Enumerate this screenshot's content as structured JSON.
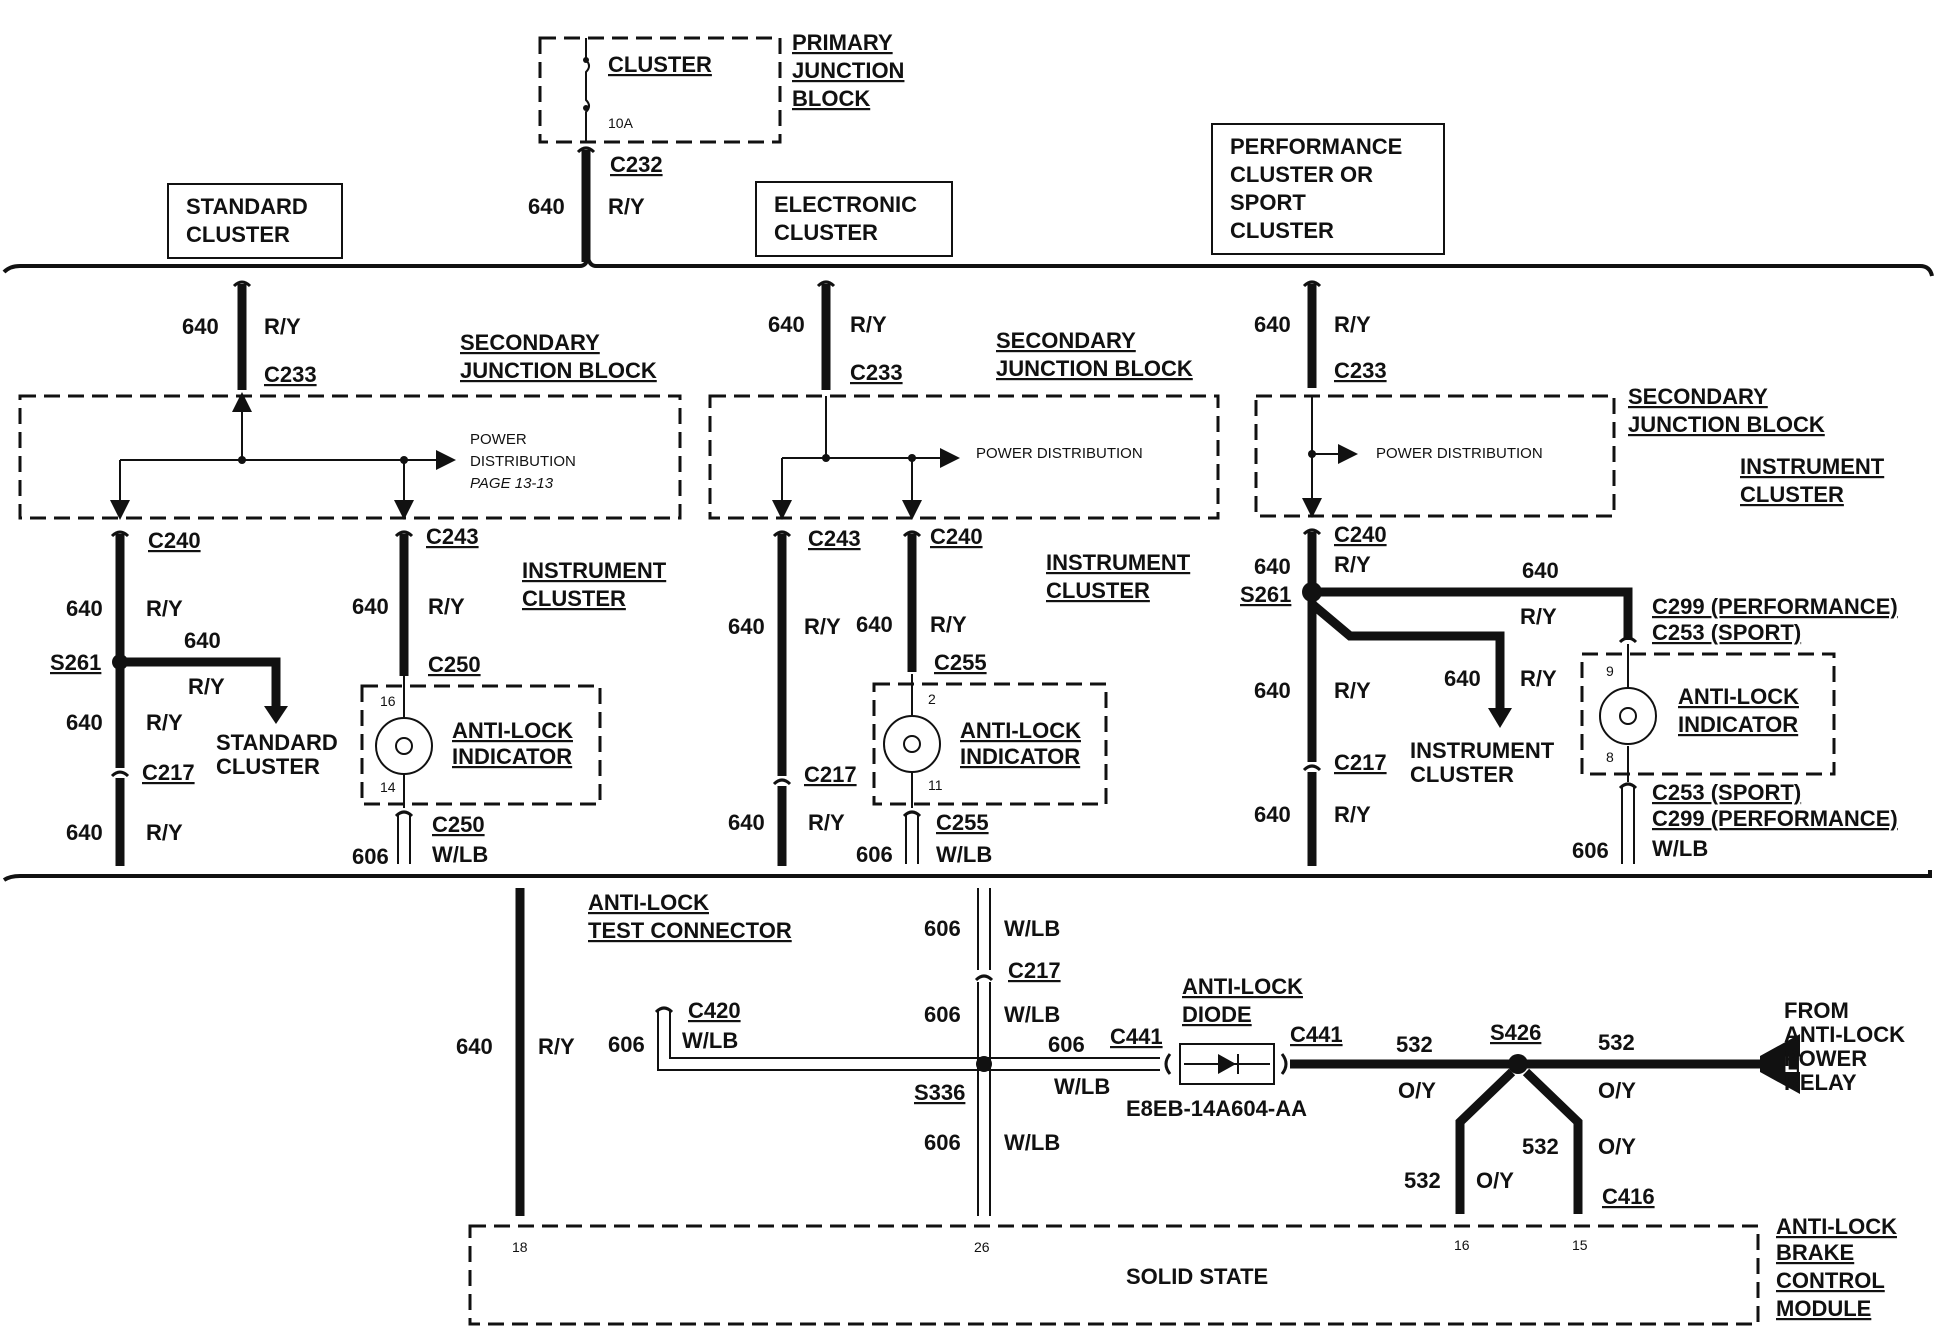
{
  "top": {
    "primary_junction_block": [
      "PRIMARY",
      "JUNCTION",
      "BLOCK"
    ],
    "cluster_fuse": "CLUSTER",
    "fuse_rating": "10A",
    "c232": "C232",
    "wire_640": "640",
    "ry": "R/Y"
  },
  "cluster_boxes": {
    "standard": [
      "STANDARD",
      "CLUSTER"
    ],
    "electronic": [
      "ELECTRONIC",
      "CLUSTER"
    ],
    "performance": [
      "PERFORMANCE",
      "CLUSTER OR",
      "SPORT",
      "CLUSTER"
    ]
  },
  "common": {
    "wire_640": "640",
    "ry": "R/Y",
    "wire_606": "606",
    "wlb": "W/LB",
    "wire_532": "532",
    "oy": "O/Y",
    "c233": "C233",
    "c240": "C240",
    "c243": "C243",
    "c217": "C217",
    "s261": "S261",
    "secondary_junction_block": [
      "SECONDARY",
      "JUNCTION BLOCK"
    ],
    "instrument_cluster": [
      "INSTRUMENT",
      "CLUSTER"
    ],
    "anti_lock_indicator": [
      "ANTI-LOCK",
      "INDICATOR"
    ],
    "power_distribution": "POWER DISTRIBUTION"
  },
  "standard": {
    "power_distribution": [
      "POWER",
      "DISTRIBUTION",
      "PAGE 13-13"
    ],
    "c250": "C250",
    "pin_top": "16",
    "pin_bottom": "14",
    "standard_cluster": [
      "STANDARD",
      "CLUSTER"
    ]
  },
  "electronic": {
    "c255": "C255",
    "pin_top": "2",
    "pin_bottom": "11"
  },
  "performance": {
    "c299_perf": "C299 (PERFORMANCE)",
    "c253_sport": "C253 (SPORT)",
    "pin_top": "9",
    "pin_bottom": "8",
    "instrument_cluster": [
      "INSTRUMENT",
      "CLUSTER"
    ]
  },
  "bottom": {
    "test_connector": [
      "ANTI-LOCK",
      "TEST CONNECTOR"
    ],
    "c420": "C420",
    "c217": "C217",
    "c441": "C441",
    "s336": "S336",
    "s426": "S426",
    "c416": "C416",
    "diode": [
      "ANTI-LOCK",
      "DIODE"
    ],
    "diode_part": "E8EB-14A604-AA",
    "from_relay": [
      "FROM",
      "ANTI-LOCK",
      "POWER",
      "RELAY"
    ],
    "module_pins": [
      "18",
      "26",
      "16",
      "15"
    ],
    "solid_state": "SOLID STATE",
    "module": [
      "ANTI-LOCK",
      "BRAKE",
      "CONTROL",
      "MODULE"
    ]
  }
}
